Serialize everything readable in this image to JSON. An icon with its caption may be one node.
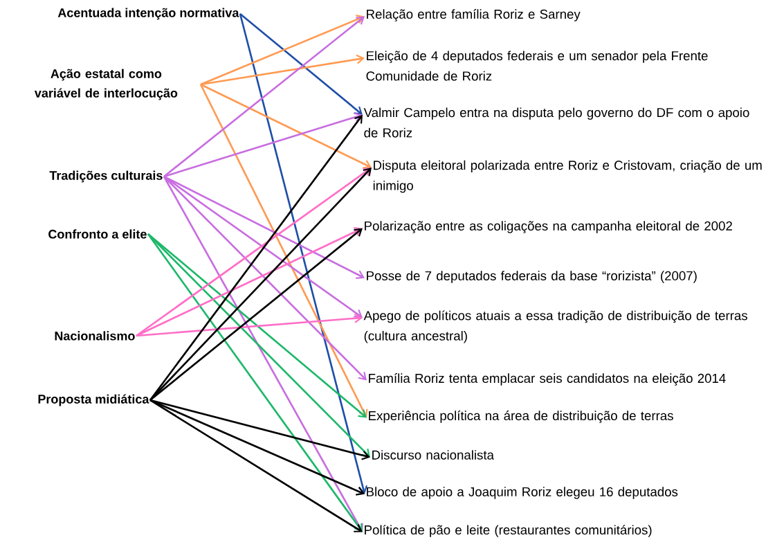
{
  "diagram": {
    "nodes": [
      {
        "text": [
          "Acentuada intenção normativa"
        ]
      },
      {
        "text": [
          "Ação estatal como variável de interlocução"
        ]
      },
      {
        "text": [
          "Tradições culturais"
        ]
      },
      {
        "text": [
          "Confronto a elite"
        ]
      },
      {
        "text": [
          "Nacionalismo"
        ]
      },
      {
        "text": [
          "Proposta midiática"
        ]
      },
      {
        "text": [
          "Relação entre família Roriz e Sarney"
        ]
      },
      {
        "text": [
          "Eleição de 4 deputados federais e um senador pela Frente Comunidade de Roriz"
        ]
      },
      {
        "text": [
          "Valmir Campelo entra na disputa pelo governo do DF com o apoio de Roriz"
        ]
      },
      {
        "text": [
          "Disputa eleitoral polarizada entre Roriz e Cristovam, criação de um inimigo"
        ]
      },
      {
        "text": [
          "Polarização entre as coligações na campanha eleitoral de 2002"
        ]
      },
      {
        "text": [
          "Posse de 7 deputados federais da base “rorizista” (2007)"
        ]
      },
      {
        "text": [
          "Apego de políticos atuais a essa tradição de distribuição de terras (cultura ancestral)"
        ]
      },
      {
        "text": [
          "Família Roriz tenta emplacar seis candidatos na eleição 2014"
        ]
      },
      {
        "text": [
          "Experiência política na área de distribuição de terras"
        ]
      },
      {
        "text": [
          "Discurso nacionalista"
        ]
      },
      {
        "text": [
          "Bloco de apoio a Joaquim Roriz elegeu 16 deputados"
        ]
      },
      {
        "text": [
          "Política de pão e leite (restaurantes comunitários)"
        ]
      }
    ],
    "edges": [
      {
        "from": 0,
        "to": 8,
        "arrow": "to",
        "color": "#1f4fa8"
      },
      {
        "from": 0,
        "to": 16,
        "arrow": "to",
        "color": "#1f4fa8"
      },
      {
        "from": 1,
        "to": 6,
        "arrow": "to",
        "color": "#ff9a52"
      },
      {
        "from": 1,
        "to": 7,
        "arrow": "to",
        "color": "#ff9a52"
      },
      {
        "from": 1,
        "to": 9,
        "arrow": "to",
        "color": "#ff9a52"
      },
      {
        "from": 1,
        "to": 14,
        "arrow": "to",
        "color": "#ff9a52"
      },
      {
        "from": 2,
        "to": 6,
        "arrow": "to",
        "color": "#c86ee0"
      },
      {
        "from": 2,
        "to": 8,
        "arrow": "to",
        "color": "#c86ee0"
      },
      {
        "from": 2,
        "to": 11,
        "arrow": "to",
        "color": "#c86ee0"
      },
      {
        "from": 2,
        "to": 12,
        "arrow": "to",
        "color": "#c86ee0"
      },
      {
        "from": 2,
        "to": 13,
        "arrow": "to",
        "color": "#c86ee0"
      },
      {
        "from": 2,
        "to": 17,
        "arrow": "to",
        "color": "#c86ee0"
      },
      {
        "from": 3,
        "to": 14,
        "arrow": "to",
        "color": "#1db86a"
      },
      {
        "from": 3,
        "to": 15,
        "arrow": "to",
        "color": "#1db86a"
      },
      {
        "from": 3,
        "to": 17,
        "arrow": "to",
        "color": "#1db86a"
      },
      {
        "from": 4,
        "to": 9,
        "arrow": "to",
        "color": "#ff6ec7"
      },
      {
        "from": 4,
        "to": 10,
        "arrow": "to",
        "color": "#ff6ec7"
      },
      {
        "from": 4,
        "to": 12,
        "arrow": "to",
        "color": "#ff6ec7"
      },
      {
        "from": 5,
        "to": 8,
        "arrow": "to",
        "color": "#000000"
      },
      {
        "from": 5,
        "to": 9,
        "arrow": "to",
        "color": "#000000"
      },
      {
        "from": 5,
        "to": 10,
        "arrow": "to",
        "color": "#000000"
      },
      {
        "from": 5,
        "to": 15,
        "arrow": "to",
        "color": "#000000"
      },
      {
        "from": 5,
        "to": 16,
        "arrow": "to",
        "color": "#000000"
      },
      {
        "from": 5,
        "to": 17,
        "arrow": "to",
        "color": "#000000"
      }
    ]
  }
}
